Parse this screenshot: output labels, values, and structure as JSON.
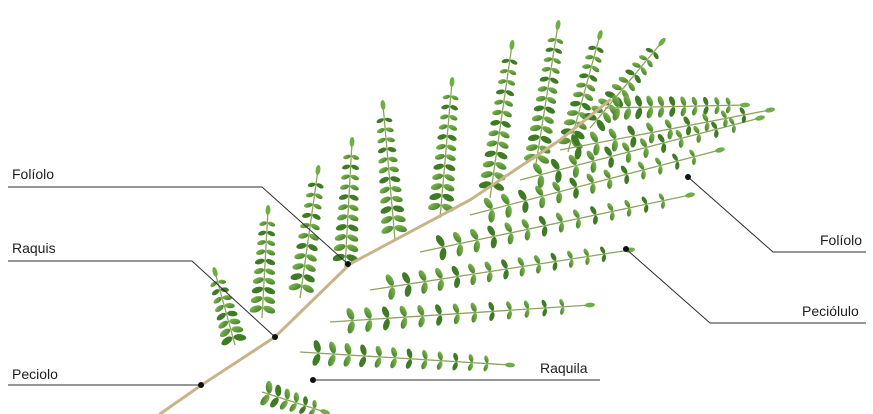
{
  "colors": {
    "leaflet_light": "#6fae45",
    "leaflet_dark": "#3f7a25",
    "rachis": "#c8b48a",
    "leader_line": "#2e2e2e",
    "label_text": "#1e1e1e"
  },
  "labels": {
    "foliolo_left": "Folíolo",
    "raquis": "Raquis",
    "peciolo": "Peciolo",
    "raquila": "Raquila",
    "foliolo_right": "Folíolo",
    "peciolulo": "Peciólulo"
  }
}
